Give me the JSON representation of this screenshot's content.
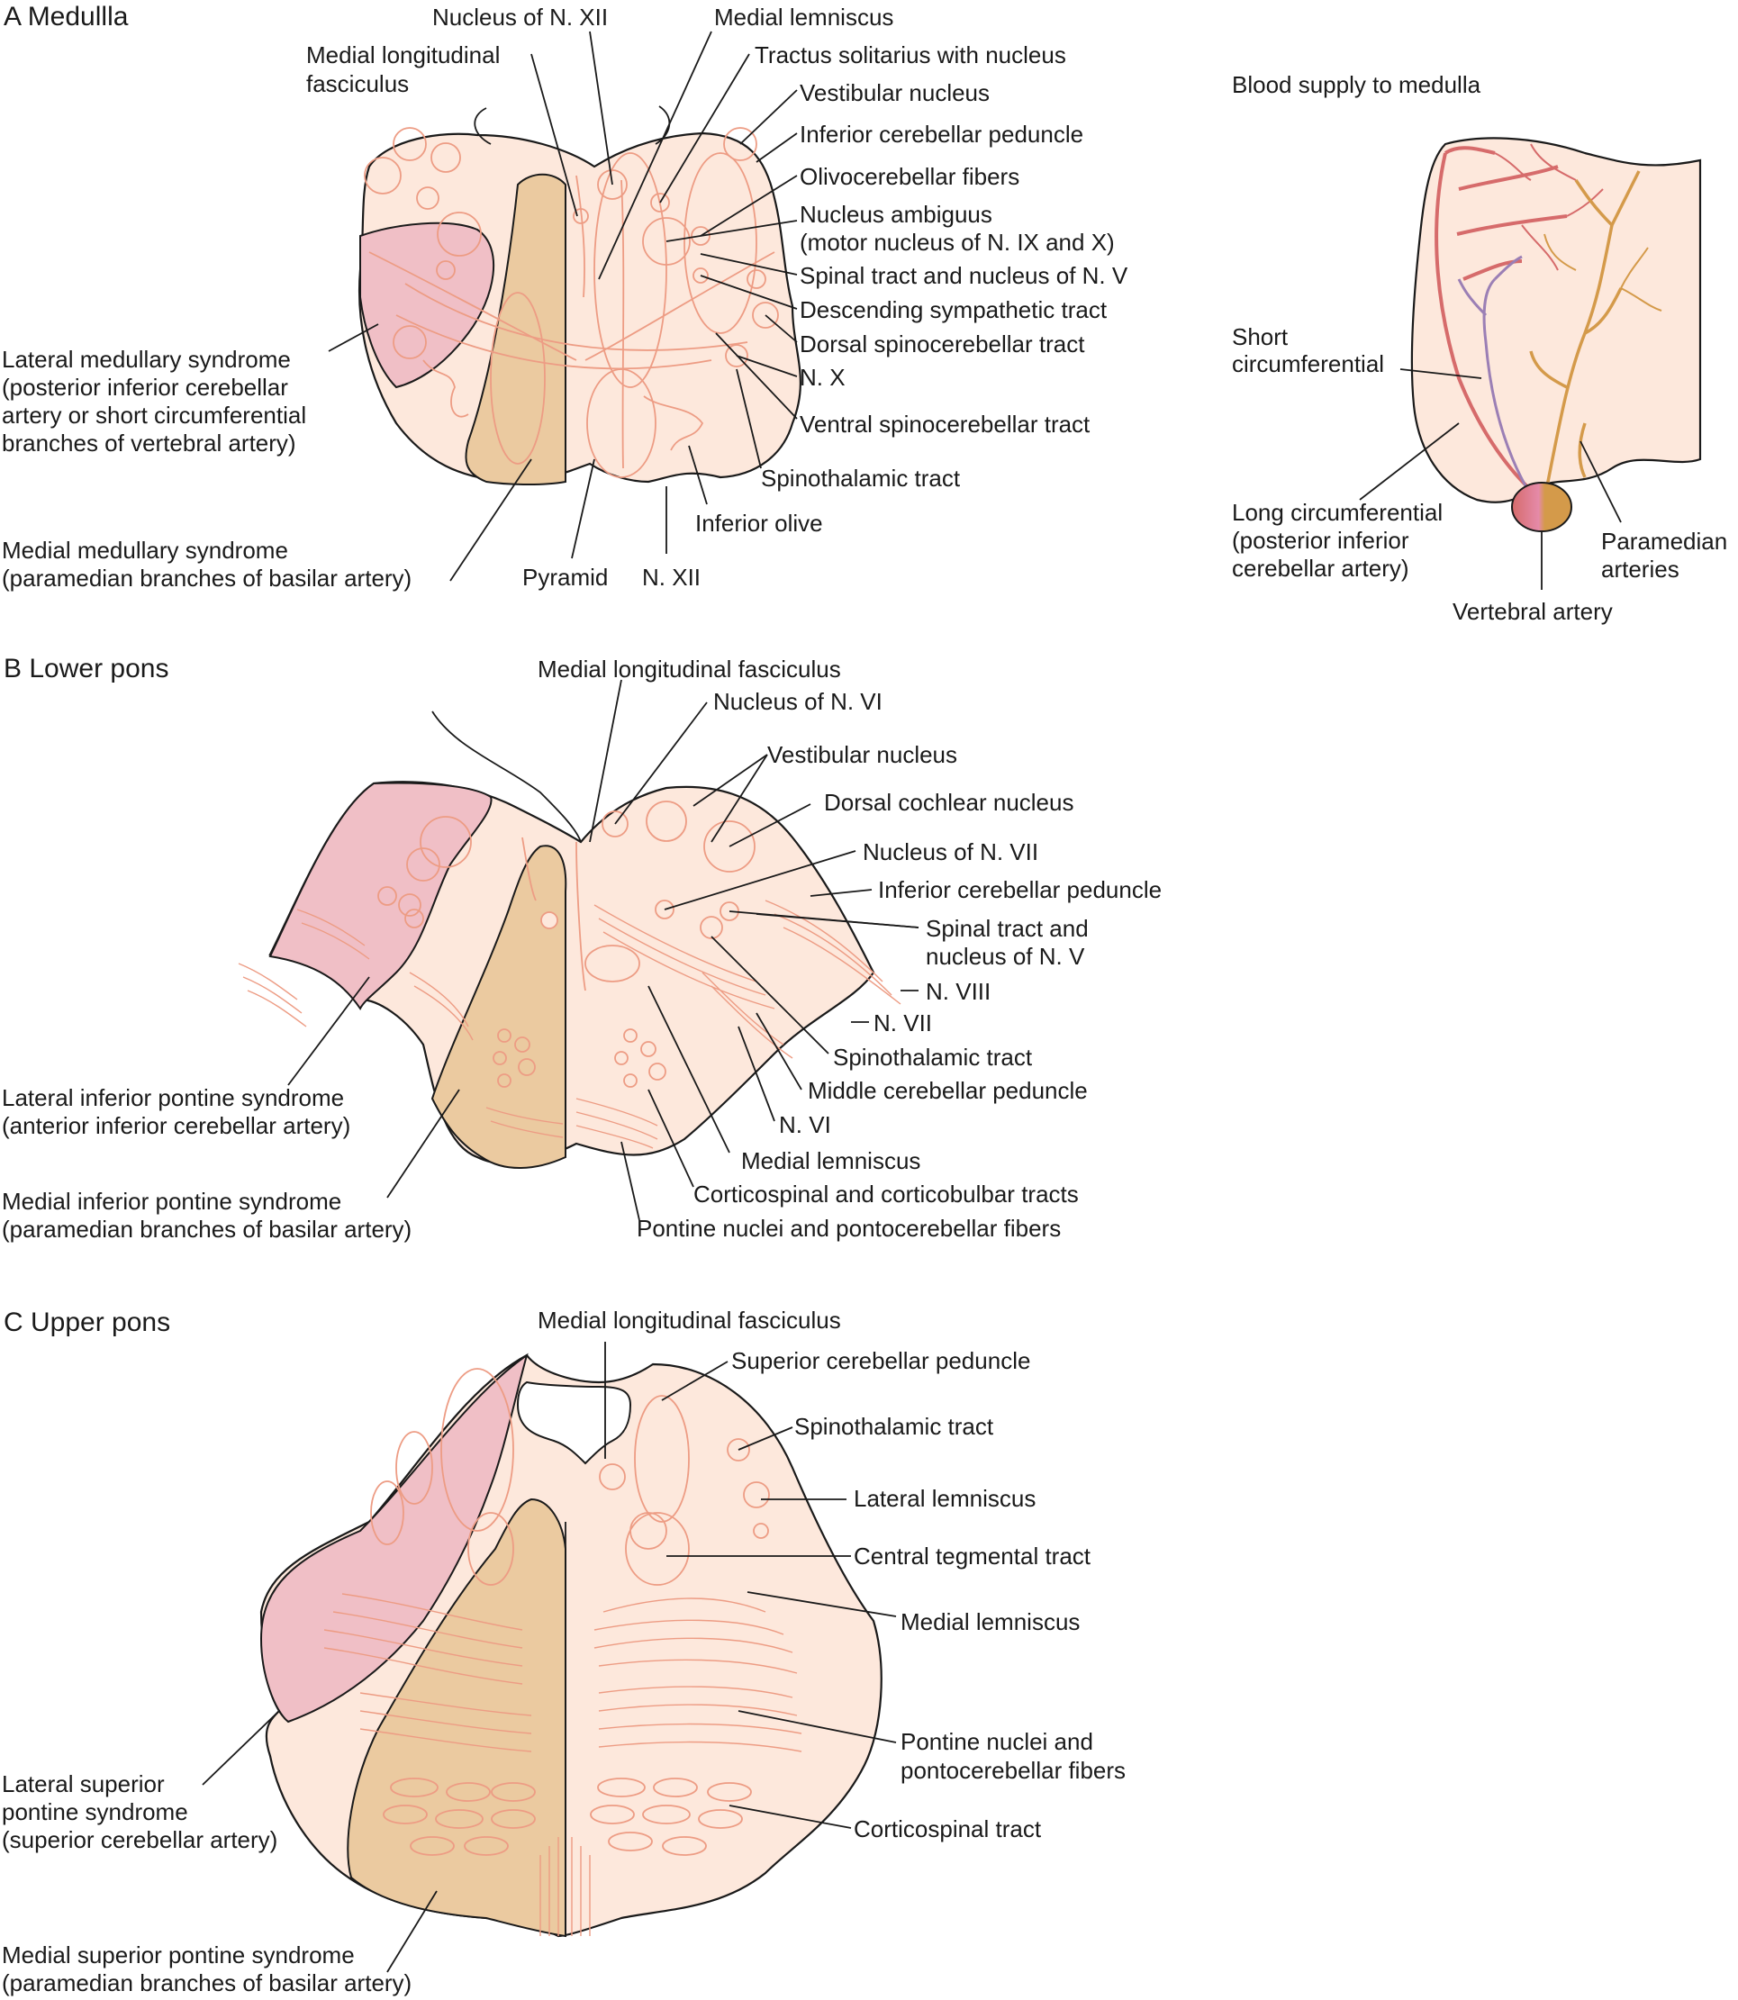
{
  "panelA": {
    "title": "A  Medullla",
    "labels": {
      "nucleus_xii": "Nucleus of N. XII",
      "mlf_1": "Medial longitudinal",
      "mlf_2": "fasciculus",
      "medial_lemniscus": "Medial lemniscus",
      "tractus_solitarius": "Tractus solitarius with nucleus",
      "vestibular_nucleus": "Vestibular nucleus",
      "inferior_cerebellar_peduncle": "Inferior cerebellar peduncle",
      "olivocerebellar_fibers": "Olivocerebellar fibers",
      "nucleus_ambiguus_1": "Nucleus ambiguus",
      "nucleus_ambiguus_2": "(motor nucleus of N. IX and X)",
      "spinal_tract_v": "Spinal tract and nucleus of N. V",
      "descending_sympathetic": "Descending sympathetic tract",
      "dorsal_spinocerebellar": "Dorsal spinocerebellar tract",
      "n_x": "N. X",
      "ventral_spinocerebellar": "Ventral spinocerebellar tract",
      "spinothalamic": "Spinothalamic tract",
      "inferior_olive": "Inferior olive",
      "pyramid": "Pyramid",
      "n_xii": "N. XII",
      "lateral_syndrome_1": "Lateral medullary syndrome",
      "lateral_syndrome_2": "(posterior inferior cerebellar",
      "lateral_syndrome_3": "artery or short circumferential",
      "lateral_syndrome_4": "branches of vertebral artery)",
      "medial_syndrome_1": "Medial medullary syndrome",
      "medial_syndrome_2": "(paramedian branches of basilar artery)"
    }
  },
  "blood_supply": {
    "title": "Blood supply to medulla",
    "short_1": "Short",
    "short_2": "circumferential",
    "long_1": "Long circumferential",
    "long_2": "(posterior inferior",
    "long_3": "cerebellar artery)",
    "paramedian_1": "Paramedian",
    "paramedian_2": "arteries",
    "vertebral": "Vertebral artery"
  },
  "panelB": {
    "title": "B  Lower pons",
    "labels": {
      "mlf": "Medial longitudinal fasciculus",
      "nucleus_vi": "Nucleus of N. VI",
      "vestibular_nucleus": "Vestibular nucleus",
      "dorsal_cochlear": "Dorsal cochlear nucleus",
      "nucleus_vii": "Nucleus of N. VII",
      "inferior_cerebellar_peduncle": "Inferior cerebellar peduncle",
      "spinal_tract_1": "Spinal tract and",
      "spinal_tract_2": "nucleus of N. V",
      "n_viii": "N. VIII",
      "n_vii": "N. VII",
      "spinothalamic": "Spinothalamic tract",
      "middle_cerebellar_peduncle": "Middle cerebellar peduncle",
      "n_vi": "N. VI",
      "medial_lemniscus": "Medial lemniscus",
      "corticospinal": "Corticospinal and corticobulbar tracts",
      "pontine_nuclei": "Pontine nuclei and pontocerebellar fibers",
      "lateral_syndrome_1": "Lateral inferior pontine syndrome",
      "lateral_syndrome_2": "(anterior inferior cerebellar artery)",
      "medial_syndrome_1": "Medial inferior pontine syndrome",
      "medial_syndrome_2": "(paramedian branches of basilar artery)"
    }
  },
  "panelC": {
    "title": "C  Upper pons",
    "labels": {
      "mlf": "Medial longitudinal fasciculus",
      "superior_cerebellar_peduncle": "Superior cerebellar peduncle",
      "spinothalamic": "Spinothalamic tract",
      "lateral_lemniscus": "Lateral lemniscus",
      "central_tegmental": "Central tegmental tract",
      "medial_lemniscus": "Medial lemniscus",
      "pontine_nuclei_1": "Pontine nuclei and",
      "pontine_nuclei_2": "pontocerebellar fibers",
      "corticospinal": "Corticospinal tract",
      "lateral_syndrome_1": "Lateral superior",
      "lateral_syndrome_2": "pontine syndrome",
      "lateral_syndrome_3": "(superior cerebellar artery)",
      "medial_syndrome_1": "Medial superior pontine syndrome",
      "medial_syndrome_2": "(paramedian branches of basilar artery)"
    }
  },
  "colors": {
    "tissue": "#fde8dc",
    "structure_line": "#ed9c84",
    "lateral_zone": "#f0bfc6",
    "medial_zone": "#ebcaa0",
    "short_artery": "#9b7fb5",
    "long_artery": "#d66b6b",
    "paramedian_artery": "#d49a4a"
  }
}
